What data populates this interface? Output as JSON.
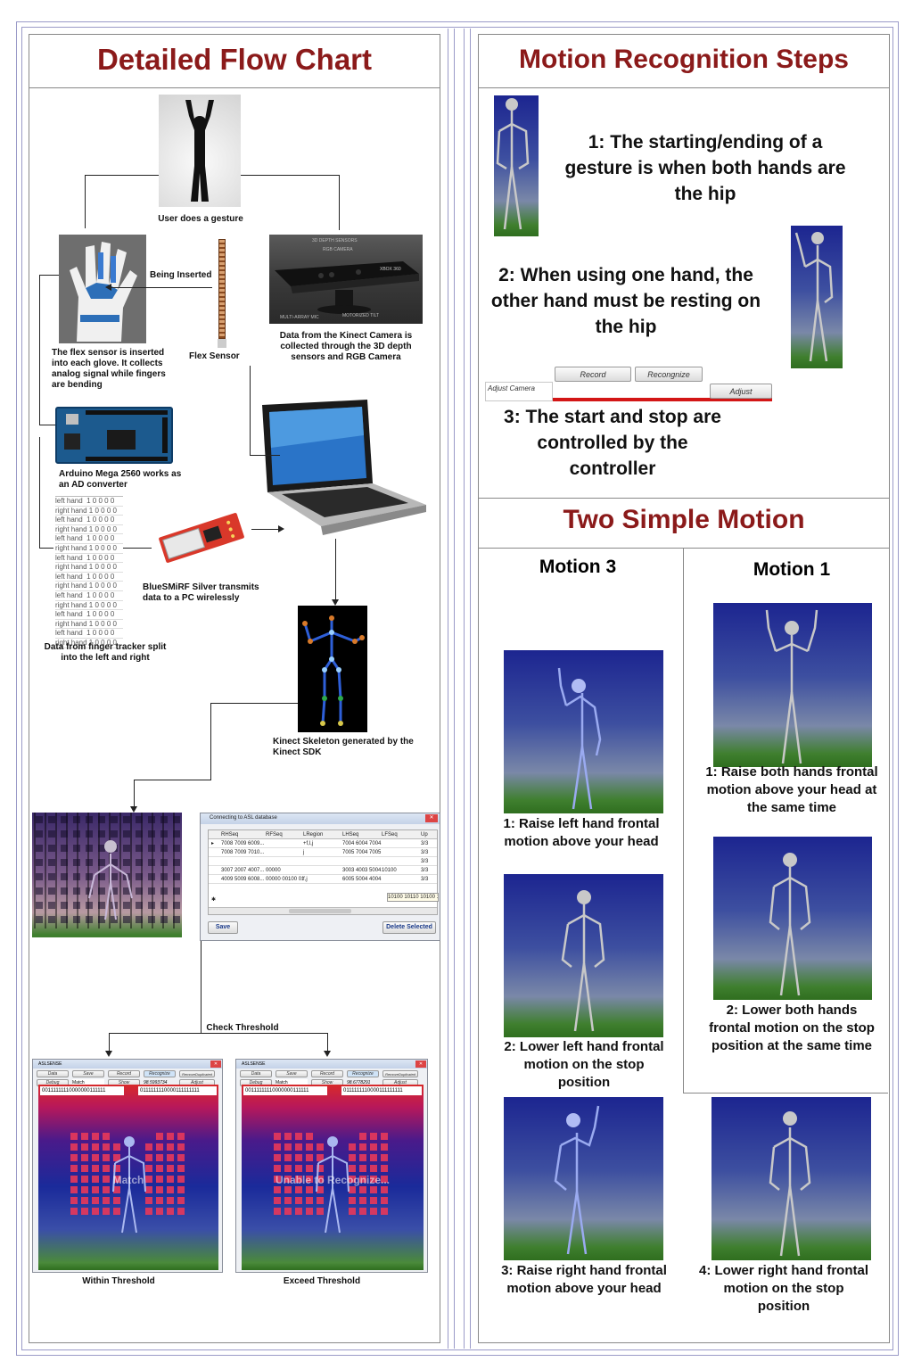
{
  "left": {
    "title": "Detailed Flow Chart",
    "captions": {
      "gesture": "User does a gesture",
      "inserted": "Being Inserted",
      "flex_sensor": "Flex Sensor",
      "flex_desc": "The flex sensor is inserted into each glove. It collects analog signal while fingers are bending",
      "kinect_desc": "Data from the Kinect Camera is collected through the 3D depth sensors and RGB Camera",
      "arduino": "Arduino Mega 2560 works as an AD converter",
      "bluesmirf": "BlueSMiRF Silver transmits data to a PC wirelessly",
      "split": "Data from finger tracker split into the left and right",
      "skeleton": "Kinect Skeleton generated by the Kinect SDK",
      "check": "Check  Threshold",
      "within": "Within Threshold",
      "exceed": "Exceed  Threshold"
    },
    "data_lines": [
      "left hand  1 0 0 0 0",
      "right hand 1 0 0 0 0",
      "left hand  1 0 0 0 0",
      "right hand 1 0 0 0 0",
      "left hand  1 0 0 0 0",
      "right hand 1 0 0 0 0",
      "left hand  1 0 0 0 0",
      "right hand 1 0 0 0 0",
      "left hand  1 0 0 0 0",
      "right hand 1 0 0 0 0",
      "left hand  1 0 0 0 0",
      "right hand 1 0 0 0 0",
      "left hand  1 0 0 0 0",
      "right hand 1 0 0 0 0",
      "left hand  1 0 0 0 0",
      "right hand 1 0 0 0 0"
    ],
    "kinect_labels": [
      "3D DEPTH SENSORS",
      "RGB CAMERA",
      "XBOX 360",
      "MULTI-ARRAY MIC",
      "MOTORIZED TILT"
    ],
    "db_window": {
      "title": "Connecting to ASL database",
      "columns": [
        "RHSeq",
        "RFSeq",
        "LRegion",
        "LHSeq",
        "LFSeq",
        "Up"
      ],
      "rows": [
        [
          "7008 7009 6009...",
          "",
          "+f,l,j",
          "7004 6004 7004...",
          "",
          "3/3"
        ],
        [
          "7008 7009 7010...",
          "",
          "j",
          "7005 7004 7005",
          "",
          "3/3"
        ],
        [
          "",
          "",
          "",
          "",
          "",
          "3/3"
        ],
        [
          "3007 2007 4007...",
          "00000",
          "",
          "3003 4003 5004...",
          "10100",
          "3/3"
        ],
        [
          "4009 5009 6008...",
          "00000 00100 01...",
          "f,j",
          "6005 5004 4004...",
          "",
          "3/3"
        ]
      ],
      "popup": "10100 10110 10100 10110",
      "save": "Save",
      "delete": "Delete Selected"
    },
    "app_left": {
      "title": "ASLSENSE",
      "buttons1": [
        "Data",
        "Save",
        "Record",
        "Recognize",
        "RemoveDuplicated"
      ],
      "buttons2": [
        "Debug",
        "Match",
        "Show",
        "98.5993734",
        "Adjust"
      ],
      "seq1": "00111111110000000111111",
      "seq2": "0111111110000111111111",
      "status": "Match"
    },
    "app_right": {
      "title": "ASLSENSE",
      "buttons1": [
        "Data",
        "Save",
        "Record",
        "Recognize",
        "RemoveDuplicated"
      ],
      "buttons2": [
        "Debug",
        "Match",
        "Show",
        "98.6778291",
        "Adjust"
      ],
      "seq1": "00111111110000000111111",
      "seq2": "0111111110000111111111",
      "status": "Unable to Recognize..."
    }
  },
  "right": {
    "title1": "Motion Recognition Steps",
    "step1": "1: The starting/ending of a gesture is when both hands are the hip",
    "step2": "2: When using one hand, the other hand must be resting on the hip",
    "step3": "3: The start and stop are controlled by the controller",
    "controls": {
      "record": "Record",
      "recognize": "Recongnize",
      "adjust_camera": "Adjust Camera",
      "adjust": "Adjust"
    },
    "title2": "Two Simple Motion",
    "motion3": {
      "heading": "Motion 3",
      "steps": [
        "1:  Raise left hand frontal motion above your head",
        "2:  Lower left hand frontal motion on the stop position",
        "3:  Raise right hand frontal motion above your head",
        "4:  Lower right hand frontal motion on the stop position"
      ]
    },
    "motion1": {
      "heading": "Motion 1",
      "steps": [
        "1:  Raise both hands frontal motion above your head at the same time",
        "2: Lower both hands frontal motion on the stop position at the same time"
      ]
    }
  },
  "colors": {
    "title": "#8b1a1a",
    "border": "#9a9ac8",
    "red_bar": "#d31616"
  }
}
